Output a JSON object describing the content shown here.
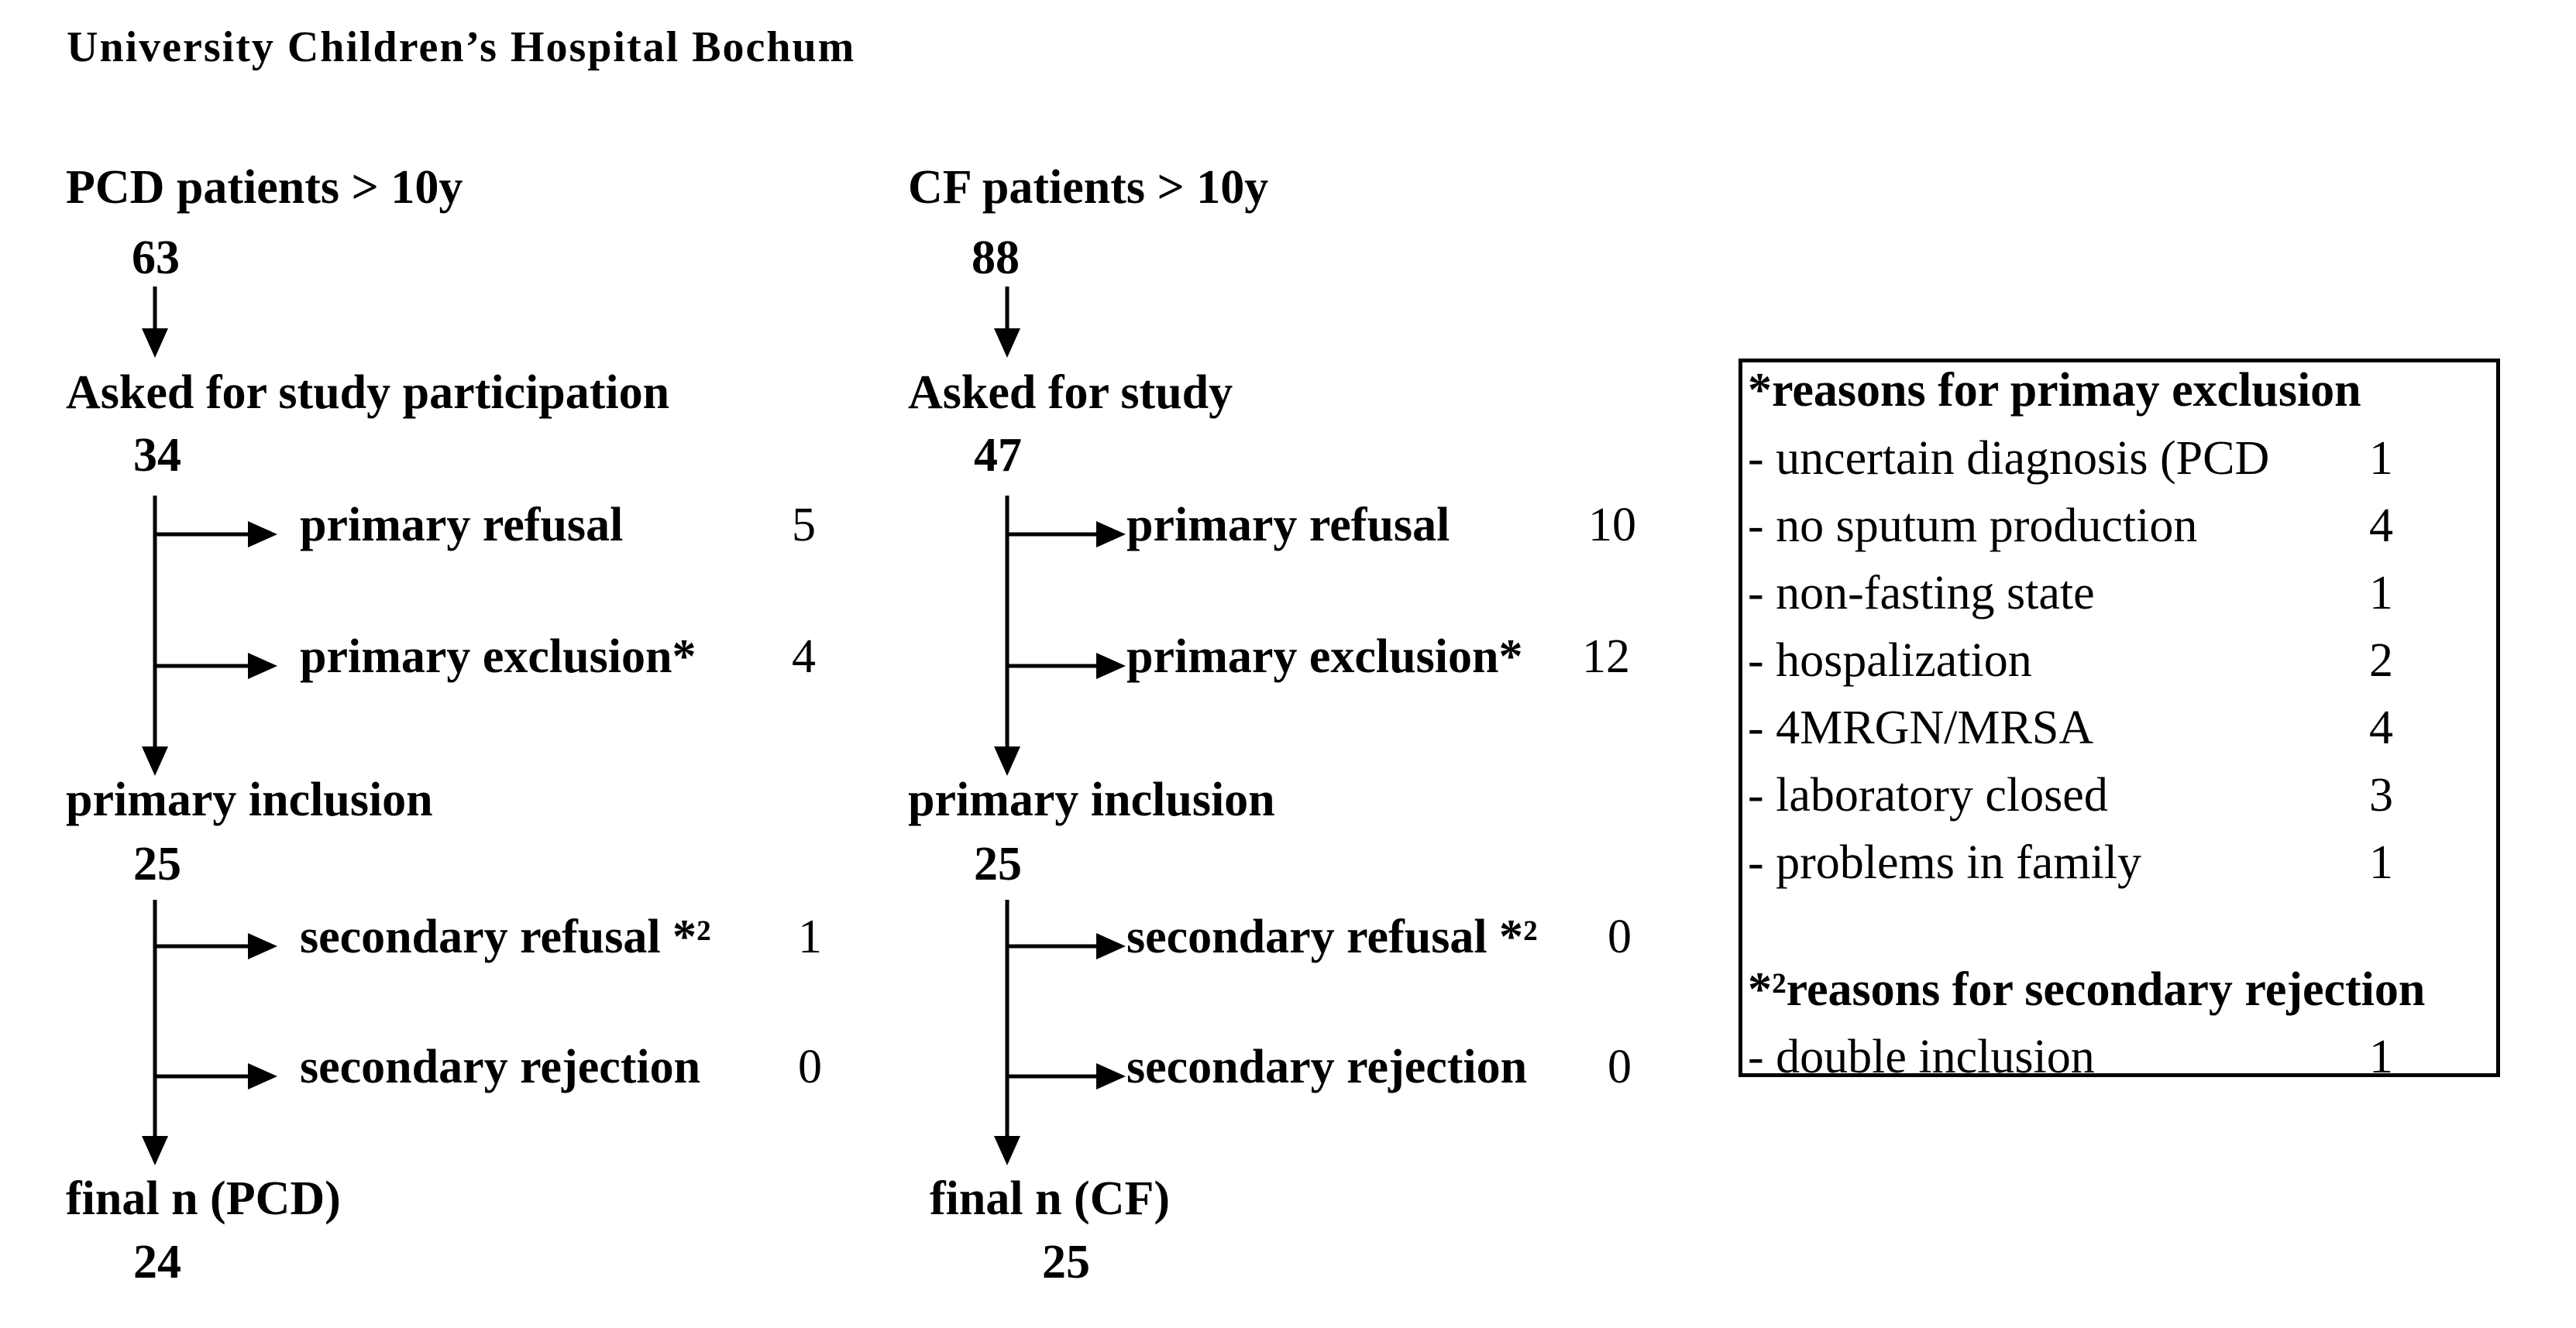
{
  "title": "University Children’s Hospital Bochum",
  "flow": {
    "pcd": {
      "population_label": "PCD patients > 10y",
      "population_n": "63",
      "asked_label": "Asked for study participation",
      "asked_n": "34",
      "primary_refusal_label": "primary refusal",
      "primary_refusal_n": "5",
      "primary_exclusion_label": "primary exclusion*",
      "primary_exclusion_n": "4",
      "primary_inclusion_label": "primary inclusion",
      "primary_inclusion_n": "25",
      "secondary_refusal_label": "secondary refusal *²",
      "secondary_refusal_n": "1",
      "secondary_rejection_label": "secondary rejection",
      "secondary_rejection_n": "0",
      "final_label": "final n (PCD)",
      "final_n": "24"
    },
    "cf": {
      "population_label": "CF patients > 10y",
      "population_n": "88",
      "asked_label": "Asked for study",
      "asked_n": "47",
      "primary_refusal_label": "primary refusal",
      "primary_refusal_n": "10",
      "primary_exclusion_label": "primary exclusion*",
      "primary_exclusion_n": "12",
      "primary_inclusion_label": "primary inclusion",
      "primary_inclusion_n": "25",
      "secondary_refusal_label": "secondary refusal *²",
      "secondary_refusal_n": "0",
      "secondary_rejection_label": "secondary rejection",
      "secondary_rejection_n": "0",
      "final_label": "final n (CF)",
      "final_n": "25"
    }
  },
  "legend": {
    "primary_header": "*reasons for primay exclusion",
    "primary_items": [
      {
        "label": "- uncertain diagnosis (PCD",
        "value": "1"
      },
      {
        "label": "- no sputum production",
        "value": "4"
      },
      {
        "label": "- non-fasting state",
        "value": "1"
      },
      {
        "label": "- hospalization",
        "value": "2"
      },
      {
        "label": "- 4MRGN/MRSA",
        "value": "4"
      },
      {
        "label": "- laboratory closed",
        "value": "3"
      },
      {
        "label": "- problems in family",
        "value": "1"
      }
    ],
    "secondary_header": "*²reasons for secondary rejection",
    "secondary_items": [
      {
        "label": "- double inclusion",
        "value": "1"
      }
    ]
  }
}
